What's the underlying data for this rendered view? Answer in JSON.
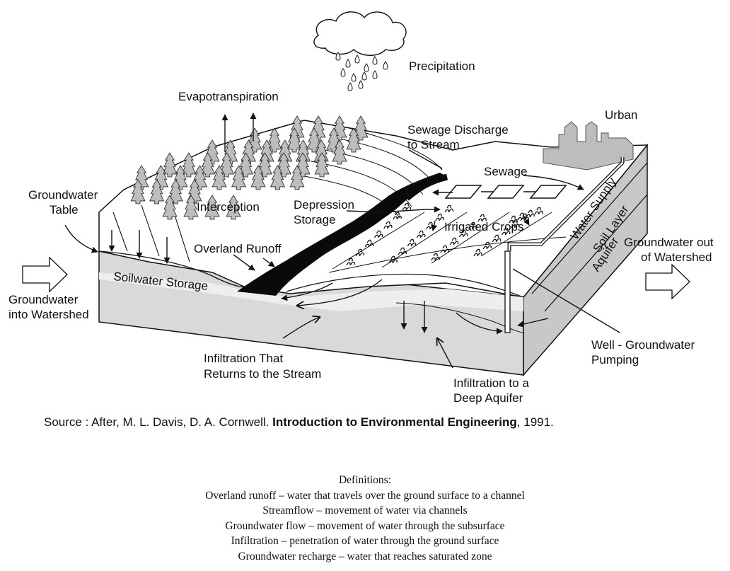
{
  "labels": {
    "precipitation": "Precipitation",
    "evapotranspiration": "Evapotranspiration",
    "urban": "Urban",
    "sewage_discharge_1": "Sewage Discharge",
    "sewage_discharge_2": "to Stream",
    "sewage": "Sewage",
    "groundwater_table_1": "Groundwater",
    "groundwater_table_2": "Table",
    "interception": "Interception",
    "depression_storage_1": "Depression",
    "depression_storage_2": "Storage",
    "irrigated_crops": "Irrigated Crops",
    "water_supply": "Water Supply",
    "soil_layer": "Soil Layer",
    "aquifer": "Aquifer",
    "overland_runoff": "Overland Runoff",
    "gw_out_1": "Groundwater out",
    "gw_out_2": "of Watershed",
    "soilwater_storage": "Soilwater Storage",
    "gw_into_1": "Groundwater",
    "gw_into_2": "into Watershed",
    "infiltration_stream_1": "Infiltration That",
    "infiltration_stream_2": "Returns to the Stream",
    "well_1": "Well - Groundwater",
    "well_2": "Pumping",
    "infiltration_deep_1": "Infiltration to a",
    "infiltration_deep_2": "Deep Aquifer"
  },
  "source": {
    "prefix": "Source : After, M. L. Davis, D. A. Cornwell. ",
    "title": "Introduction to Environmental Engineering",
    "suffix": ", 1991."
  },
  "definitions": {
    "heading": "Definitions:",
    "items": [
      "Overland runoff – water that travels over the ground surface to a channel",
      "Streamflow – movement of water via channels",
      "Groundwater flow – movement of water through the subsurface",
      "Infiltration – penetration of water through the ground surface",
      "Groundwater recharge – water that reaches saturated zone"
    ]
  }
}
